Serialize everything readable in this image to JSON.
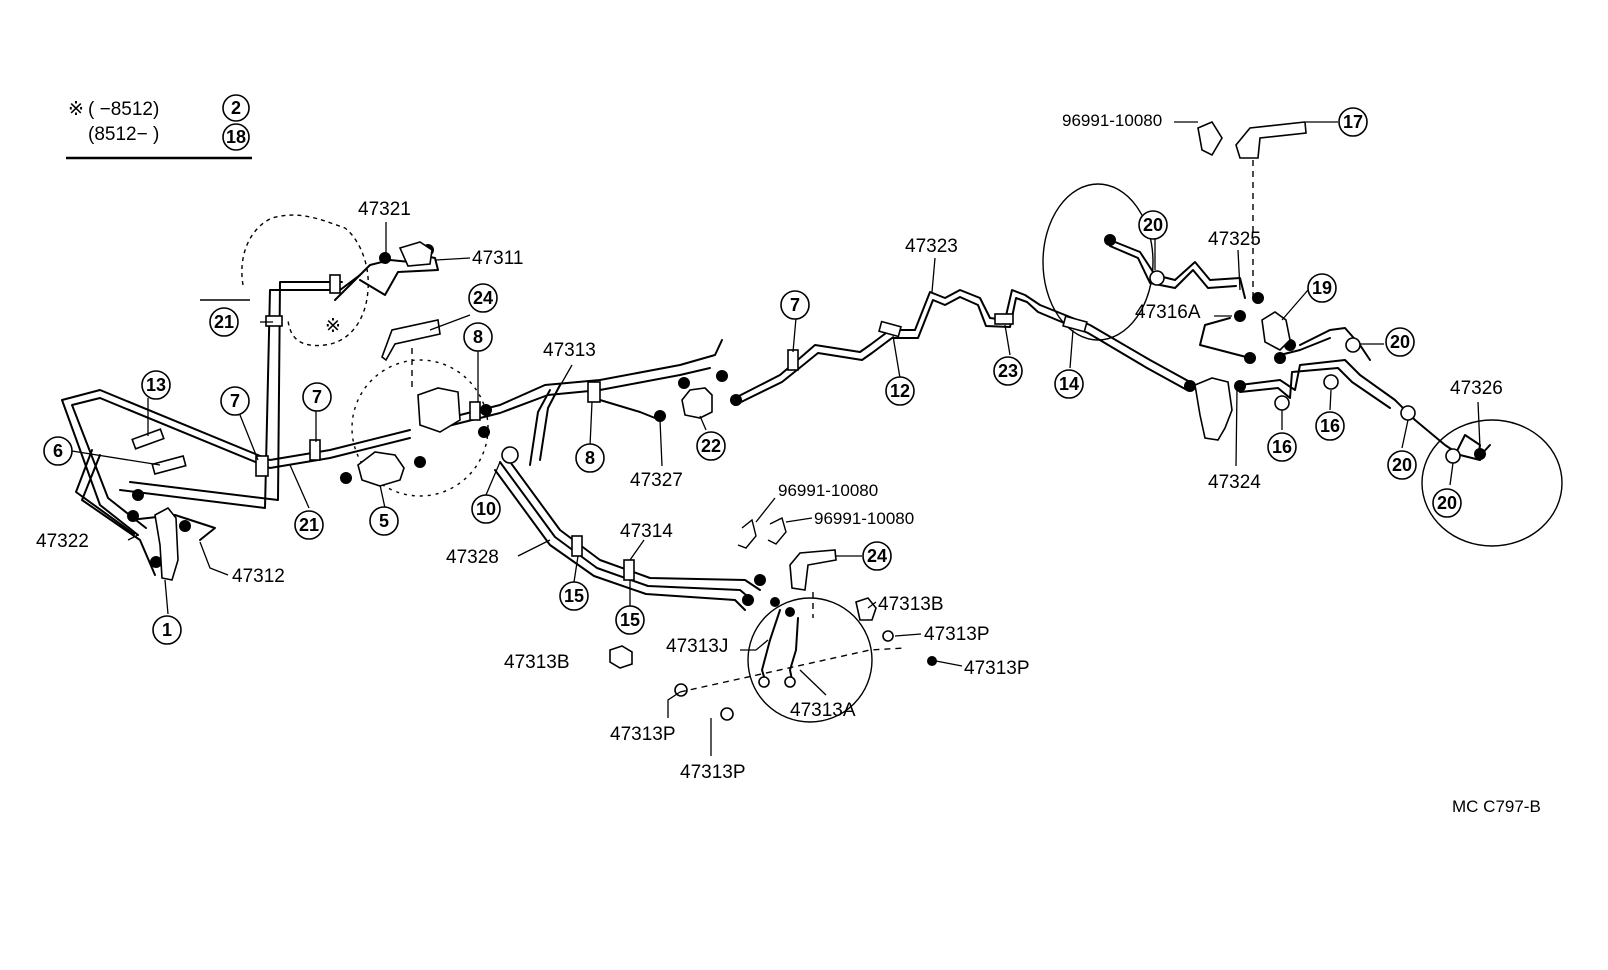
{
  "diagram": {
    "legend": {
      "mark": "※",
      "line1_range": "(      −8512)",
      "line1_ref": "2",
      "line2_range": "(8512−        )",
      "line2_ref": "18"
    },
    "asterisk_mark": "※",
    "code": "MC C797-B",
    "part_numbers": {
      "p47321": "47321",
      "p47311": "47311",
      "p47313": "47313",
      "p47323": "47323",
      "p47325": "47325",
      "p47316A": "47316A",
      "p47326": "47326",
      "p47324": "47324",
      "p47327": "47327",
      "p47314": "47314",
      "p47328": "47328",
      "p47322": "47322",
      "p47312": "47312",
      "p47313B_a": "47313B",
      "p47313B_b": "47313B",
      "p47313P_a": "47313P",
      "p47313P_b": "47313P",
      "p47313P_c": "47313P",
      "p47313P_d": "47313P",
      "p47313J": "47313J",
      "p47313A": "47313A",
      "clip_a": "96991-10080",
      "clip_b": "96991-10080",
      "clip_c": "96991-10080"
    },
    "callouts": {
      "c1": "1",
      "c5": "5",
      "c6": "6",
      "c7a": "7",
      "c7b": "7",
      "c7c": "7",
      "c8a": "8",
      "c8b": "8",
      "c10": "10",
      "c12": "12",
      "c13": "13",
      "c14": "14",
      "c15a": "15",
      "c15b": "15",
      "c16a": "16",
      "c16b": "16",
      "c17": "17",
      "c19": "19",
      "c20a": "20",
      "c20b": "20",
      "c20c": "20",
      "c20d": "20",
      "c21a": "21",
      "c21b": "21",
      "c22": "22",
      "c23": "23",
      "c24a": "24",
      "c24b": "24"
    }
  }
}
